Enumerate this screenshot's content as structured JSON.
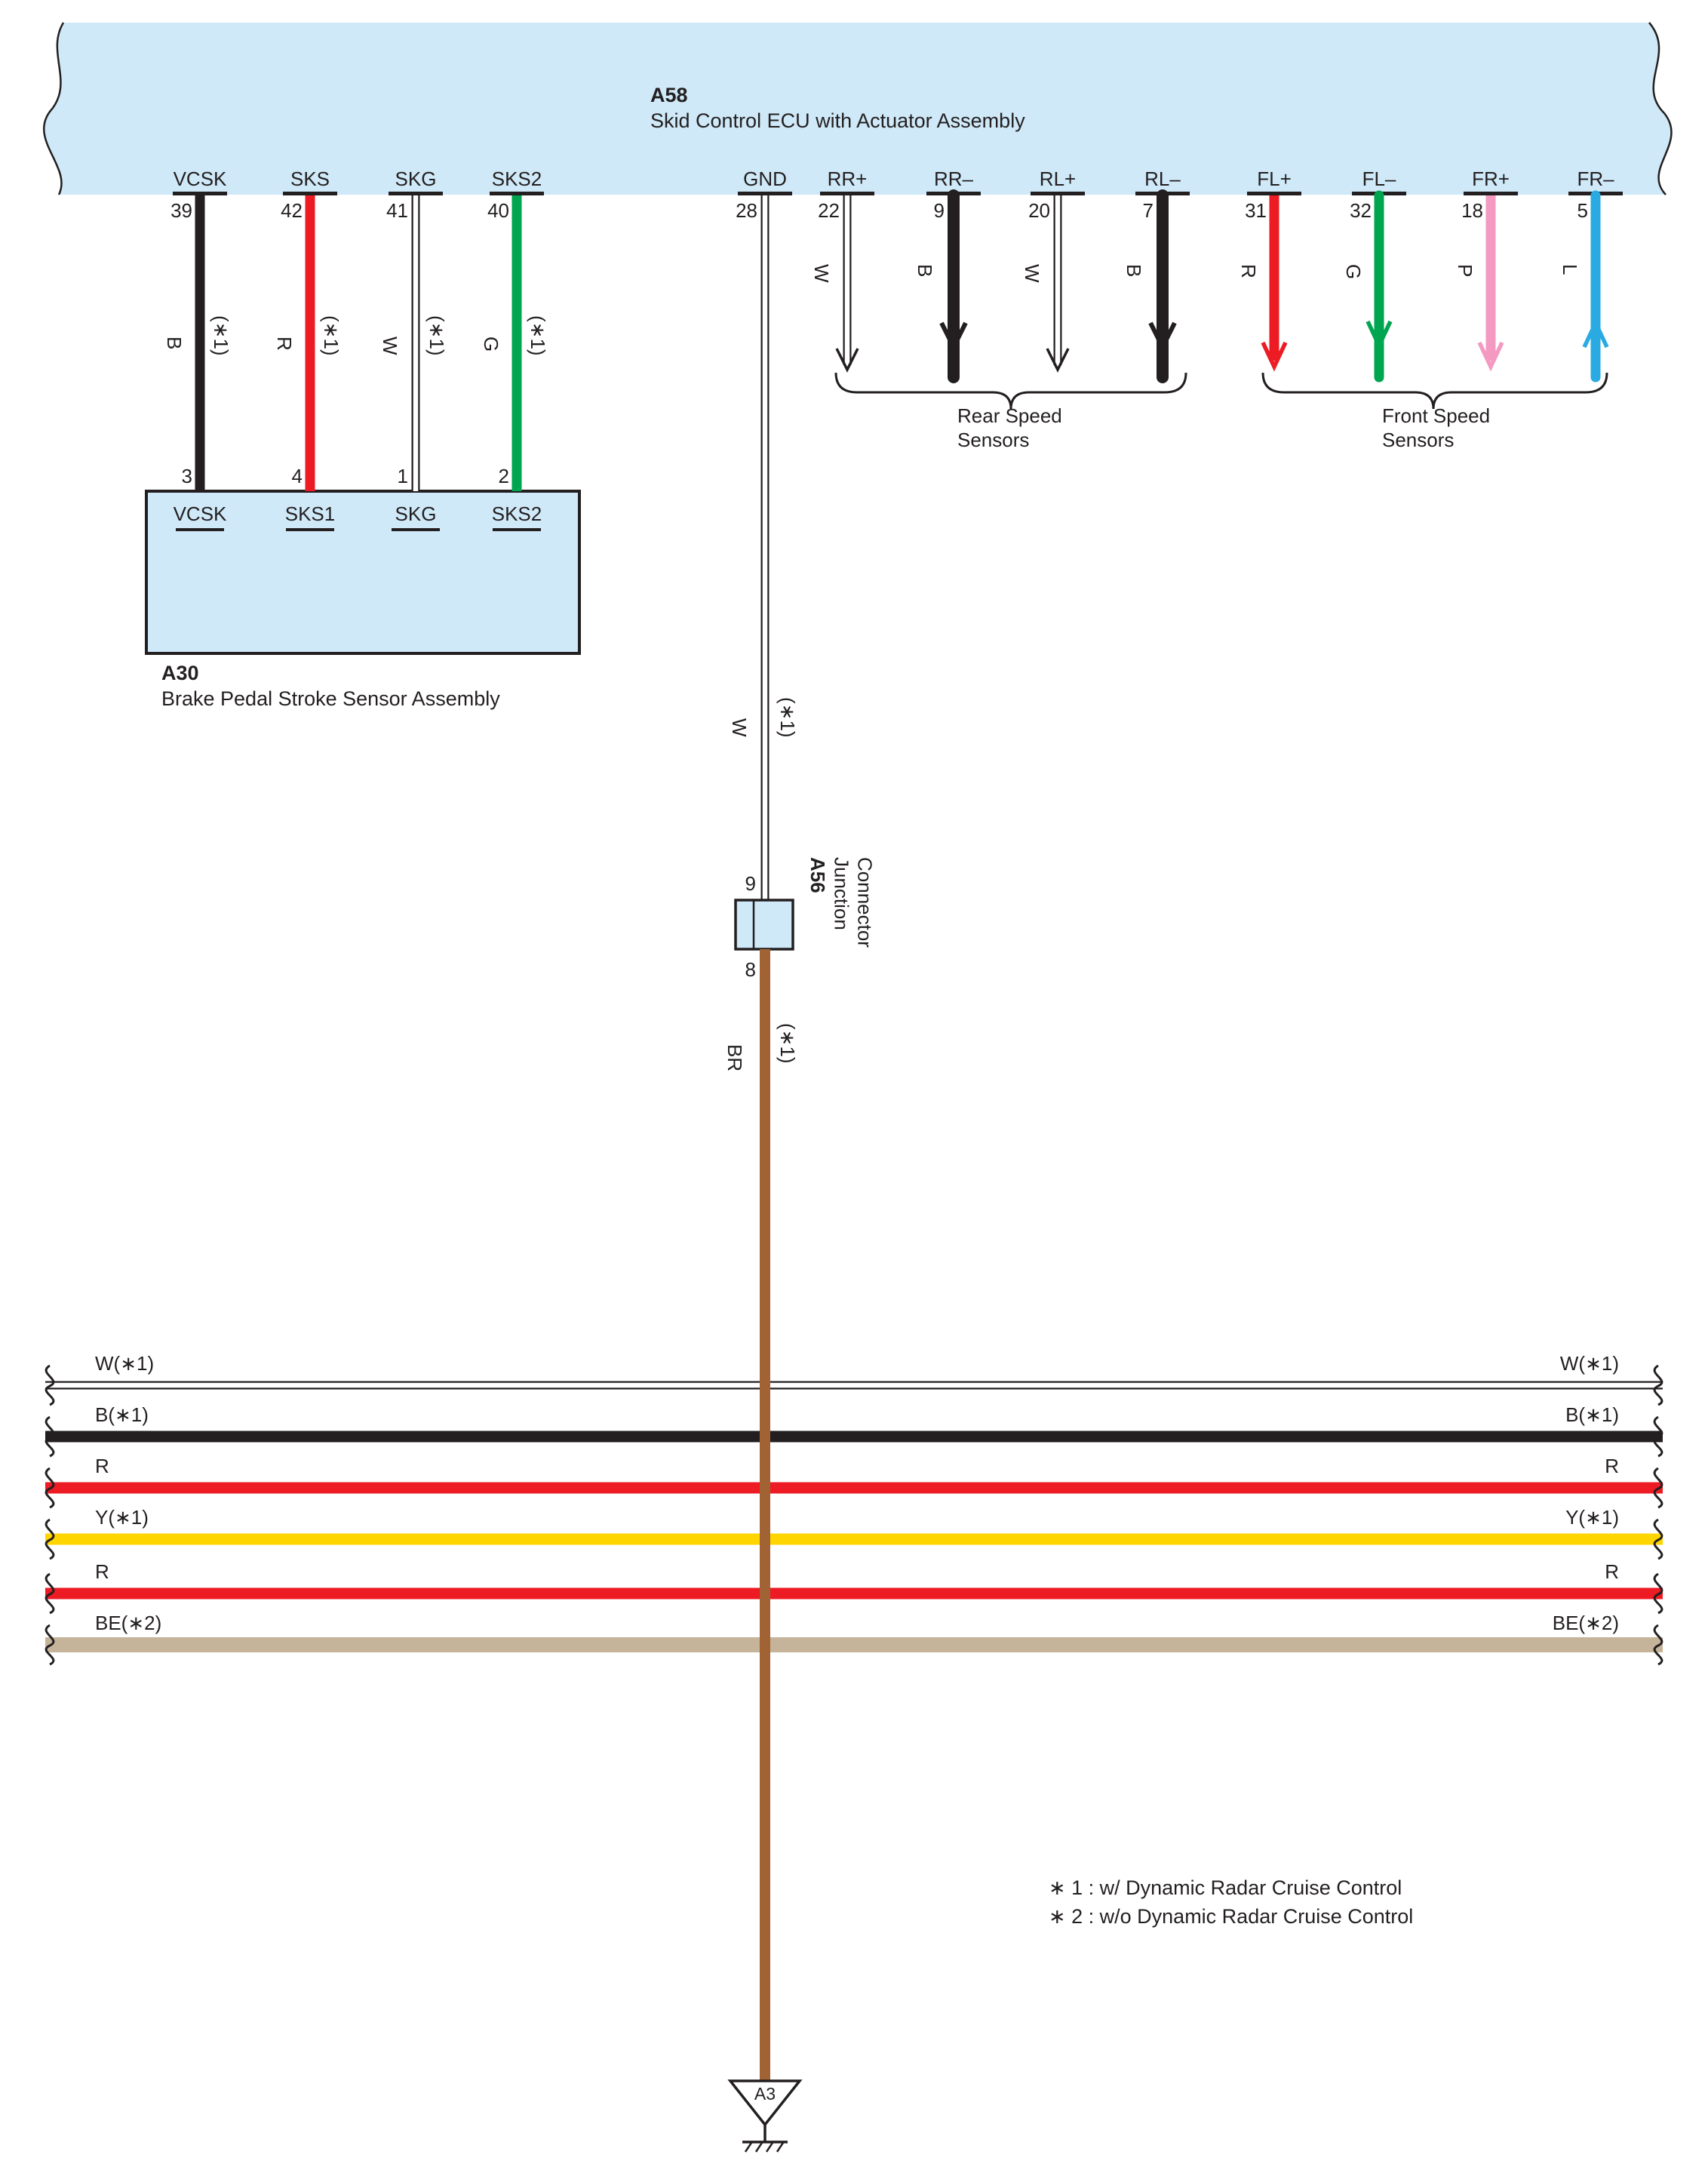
{
  "colors": {
    "panel": "#cfe9f8",
    "black": "#231f20",
    "red": "#ec1b24",
    "green": "#00a550",
    "pink": "#f49ac2",
    "blue": "#29abe2",
    "brown": "#a16234",
    "yellow": "#ffd500",
    "beige": "#c5b499",
    "white": "#ffffff"
  },
  "ecu": {
    "id": "A58",
    "name": "Skid Control ECU with Actuator Assembly",
    "pins": {
      "vcsk": {
        "label": "VCSK",
        "num": "39",
        "wire": "B",
        "note": "(∗1)"
      },
      "sks": {
        "label": "SKS",
        "num": "42",
        "wire": "R",
        "note": "(∗1)"
      },
      "skg": {
        "label": "SKG",
        "num": "41",
        "wire": "W",
        "note": "(∗1)"
      },
      "sks2": {
        "label": "SKS2",
        "num": "40",
        "wire": "G",
        "note": "(∗1)"
      },
      "gnd": {
        "label": "GND",
        "num": "28",
        "wire": "W",
        "note": "(∗1)"
      },
      "rr_plus": {
        "label": "RR+",
        "num": "22",
        "wire": "W"
      },
      "rr_minus": {
        "label": "RR–",
        "num": "9",
        "wire": "B"
      },
      "rl_plus": {
        "label": "RL+",
        "num": "20",
        "wire": "W"
      },
      "rl_minus": {
        "label": "RL–",
        "num": "7",
        "wire": "B"
      },
      "fl_plus": {
        "label": "FL+",
        "num": "31",
        "wire": "R"
      },
      "fl_minus": {
        "label": "FL–",
        "num": "32",
        "wire": "G"
      },
      "fr_plus": {
        "label": "FR+",
        "num": "18",
        "wire": "P"
      },
      "fr_minus": {
        "label": "FR–",
        "num": "5",
        "wire": "L"
      }
    }
  },
  "a30": {
    "id": "A30",
    "name": "Brake Pedal Stroke Sensor Assembly",
    "pins": {
      "vcsk": {
        "label": "VCSK",
        "num": "3"
      },
      "sks1": {
        "label": "SKS1",
        "num": "4"
      },
      "skg": {
        "label": "SKG",
        "num": "1"
      },
      "sks2": {
        "label": "SKS2",
        "num": "2"
      }
    }
  },
  "a56": {
    "id": "A56",
    "name_line1": "Junction",
    "name_line2": "Connector",
    "pin_top": "9",
    "pin_bottom": "8",
    "wire_lower": "BR",
    "note_lower": "(∗1)"
  },
  "groups": {
    "rear": {
      "line1": "Rear Speed",
      "line2": "Sensors"
    },
    "front": {
      "line1": "Front Speed",
      "line2": "Sensors"
    }
  },
  "bus": {
    "w": {
      "label": "W(∗1)"
    },
    "b": {
      "label": "B(∗1)"
    },
    "r1": {
      "label": "R"
    },
    "y": {
      "label": "Y(∗1)"
    },
    "r2": {
      "label": "R"
    },
    "be": {
      "label": "BE(∗2)"
    }
  },
  "notes": {
    "n1": "∗ 1 : w/ Dynamic Radar Cruise Control",
    "n2": "∗ 2 : w/o Dynamic Radar Cruise Control"
  },
  "ground": {
    "id": "A3"
  }
}
